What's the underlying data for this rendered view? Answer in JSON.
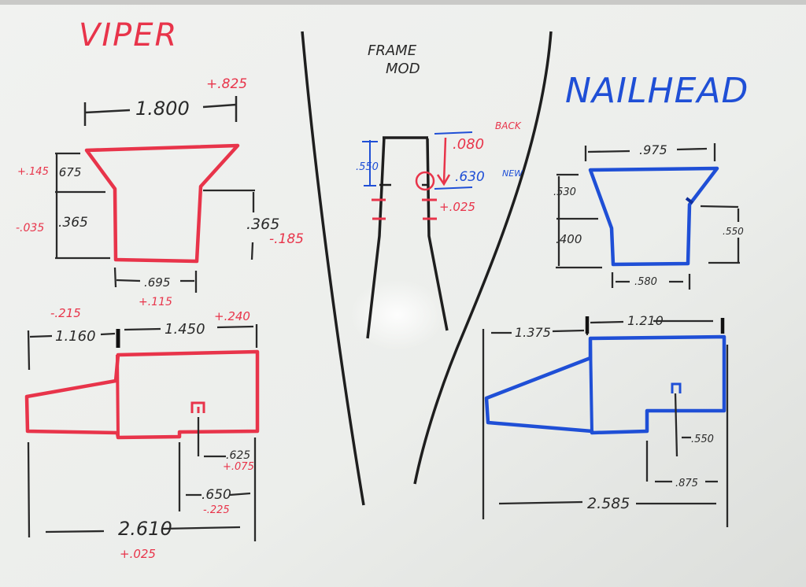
{
  "colors": {
    "board": "#ecedeb",
    "red": "#e8344a",
    "black": "#2a2a2a",
    "blue": "#1f4fd6"
  },
  "viper": {
    "title": "VIPER",
    "top_width": "1.800",
    "top_width_delta": "+.825",
    "flare_height": ".675",
    "flare_height_delta": "+.145",
    "shank_height_left": ".365",
    "shank_height_left_delta": "-.035",
    "shank_height_right": ".365",
    "shank_height_right_delta": "-.185",
    "bottom_width": ".695",
    "bottom_width_delta": "+.115",
    "side_left_width": "1.160",
    "side_left_delta": "-.215",
    "side_right_width": "1.450",
    "side_right_delta": "+.240",
    "dim_625": ".625",
    "dim_625_delta": "+.075",
    "dim_650": ".650",
    "dim_650_delta": "-.225",
    "overall_length": "2.610",
    "overall_length_delta": "+.025"
  },
  "frame_mod": {
    "title_line1": "FRAME",
    "title_line2": "MOD",
    "dim_550": ".550",
    "back": ".080",
    "back_label": "BACK",
    "new": ".630",
    "new_label": "NEW",
    "delta": "+.025"
  },
  "nailhead": {
    "title": "NAILHEAD",
    "top_width": ".975",
    "flare_height": ".530",
    "shank_height_left": ".400",
    "shank_height_right": ".550",
    "bottom_width": ".580",
    "side_left_width": "1.375",
    "side_right_width": "1.210",
    "dim_550": ".550",
    "dim_875": ".875",
    "overall_length": "2.585"
  }
}
